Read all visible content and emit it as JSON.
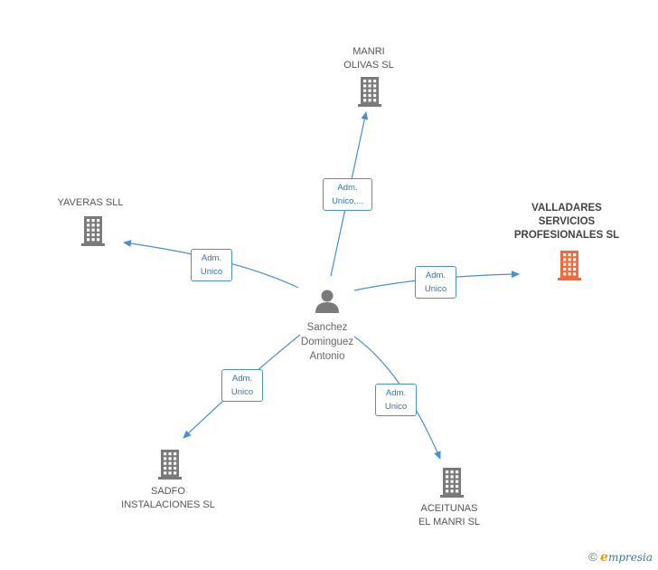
{
  "center": {
    "name_lines": [
      "Sanchez",
      "Dominguez",
      "Antonio"
    ]
  },
  "companies": [
    {
      "id": "manri",
      "lines": [
        "MANRI",
        "OLIVAS SL"
      ],
      "highlight": false
    },
    {
      "id": "yaveras",
      "lines": [
        "YAVERAS SLL"
      ],
      "highlight": false
    },
    {
      "id": "valladares",
      "lines": [
        "VALLADARES",
        "SERVICIOS",
        "PROFESIONALES SL"
      ],
      "highlight": true
    },
    {
      "id": "sadfo",
      "lines": [
        "SADFO",
        "INSTALACIONES SL"
      ],
      "highlight": false
    },
    {
      "id": "aceitunas",
      "lines": [
        "ACEITUNAS",
        "EL MANRI SL"
      ],
      "highlight": false
    }
  ],
  "edges": [
    {
      "to": "manri",
      "lines": [
        "Adm.",
        "Unico,..."
      ]
    },
    {
      "to": "yaveras",
      "lines": [
        "Adm.",
        "Unico"
      ]
    },
    {
      "to": "valladares",
      "lines": [
        "Adm.",
        "Unico"
      ]
    },
    {
      "to": "sadfo",
      "lines": [
        "Adm.",
        "Unico"
      ]
    },
    {
      "to": "aceitunas",
      "lines": [
        "Adm.",
        "Unico"
      ]
    }
  ],
  "colors": {
    "edge": "#4a8fd6",
    "building": "#7a7a7a",
    "building_highlight": "#f26a3a",
    "person": "#7a7a7a"
  },
  "brand": {
    "copyright": "©",
    "initial": "e",
    "rest": "mpresia"
  }
}
